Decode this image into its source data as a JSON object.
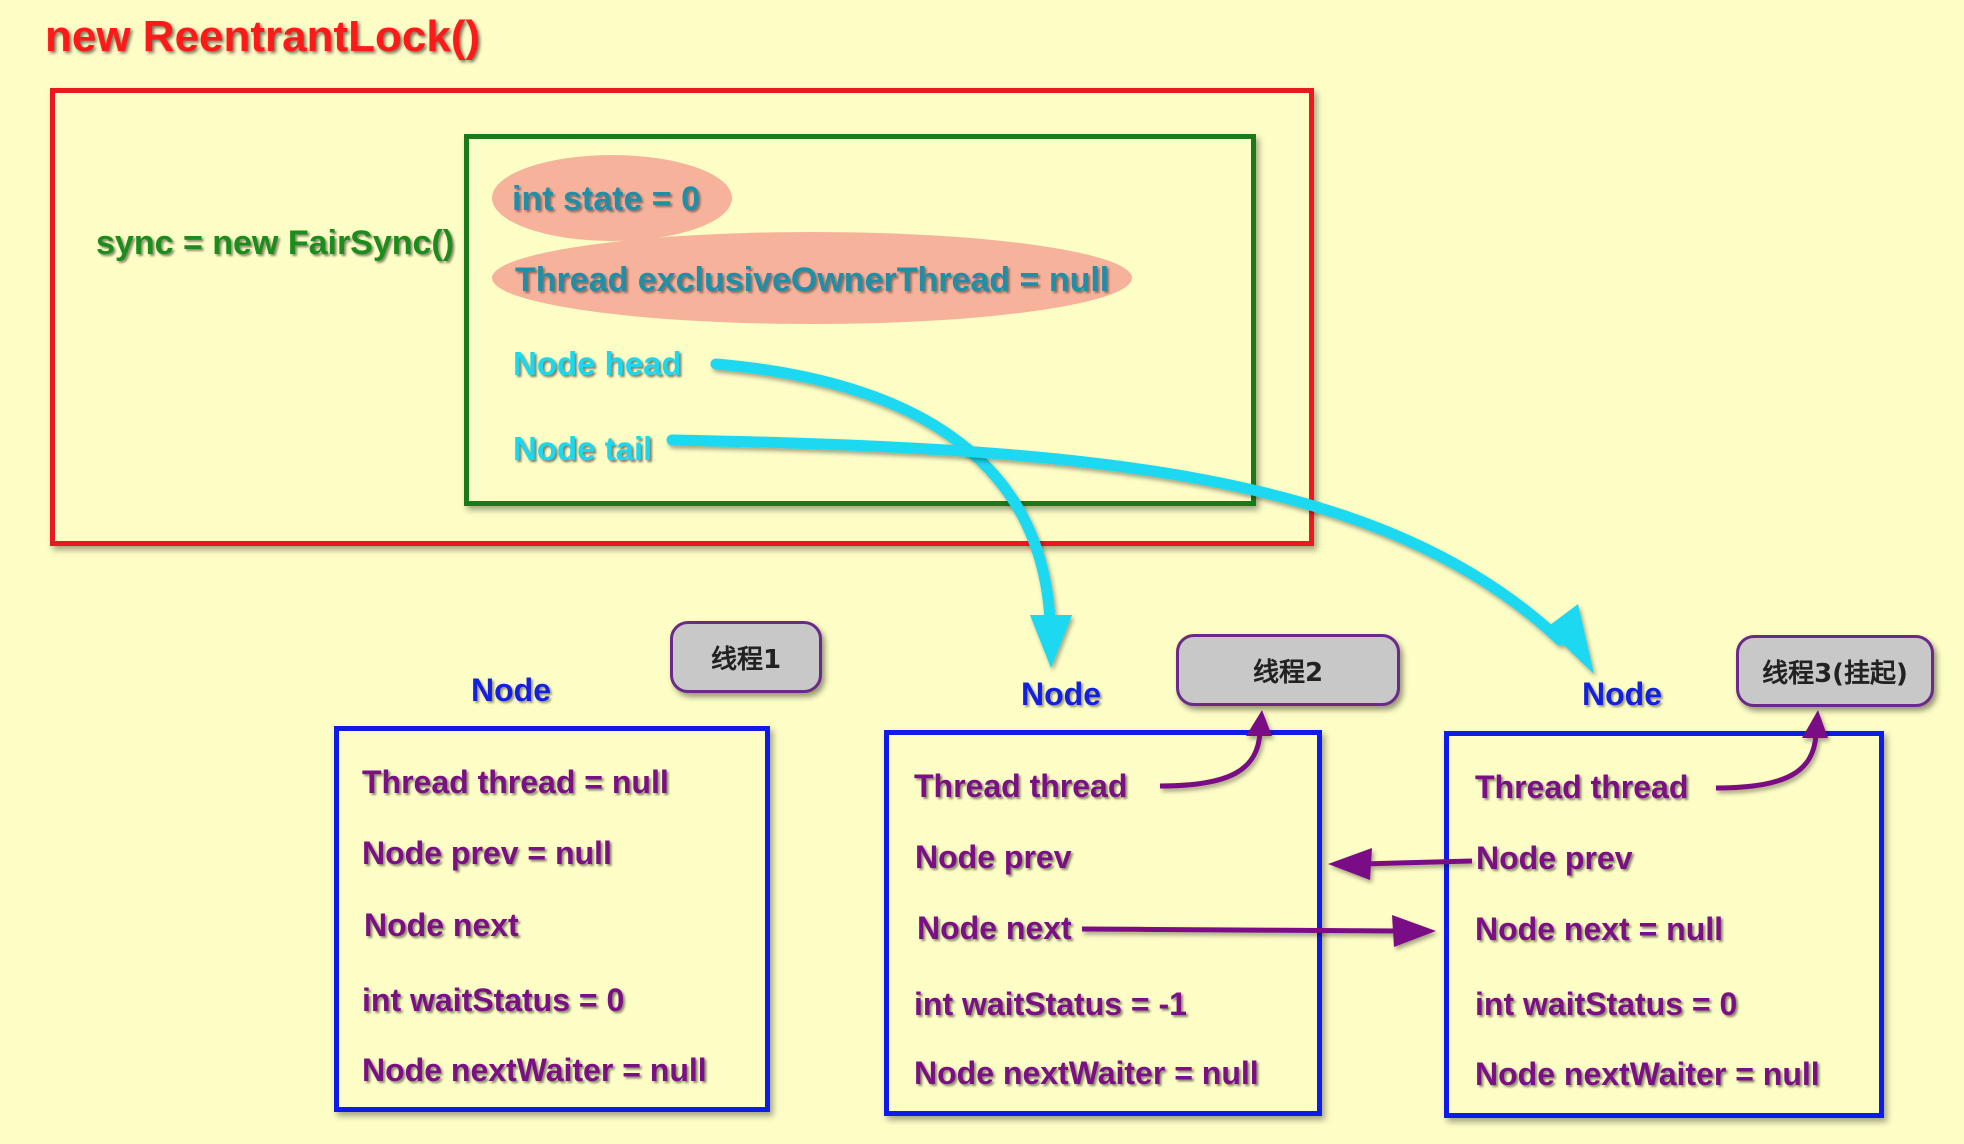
{
  "title": "new ReentrantLock()",
  "sync_label": "sync = new FairSync()",
  "sync_fields": {
    "state": "int state = 0",
    "owner": "Thread exclusiveOwnerThread  = null",
    "head": "Node head",
    "tail": "Node tail"
  },
  "nodes": [
    {
      "label": "Node",
      "thread_tag": "线程1",
      "fields": [
        "Thread thread = null",
        "Node prev = null",
        "Node next",
        "int waitStatus = 0",
        "Node nextWaiter = null"
      ]
    },
    {
      "label": "Node",
      "thread_tag": "线程2",
      "fields": [
        "Thread thread",
        "Node prev",
        "Node next",
        "int waitStatus = -1",
        "Node nextWaiter = null"
      ]
    },
    {
      "label": "Node",
      "thread_tag": "线程3(挂起)",
      "fields": [
        "Thread thread",
        "Node prev",
        "Node next = null",
        "int waitStatus = 0",
        "Node nextWaiter = null"
      ]
    }
  ],
  "colors": {
    "background": "#fdfdc6",
    "lock_border": "#e8191f",
    "sync_border": "#1a7a1a",
    "node_border": "#0f1be8",
    "pointer_arrow": "#1ad8f0",
    "link_arrow": "#7a0f86"
  }
}
